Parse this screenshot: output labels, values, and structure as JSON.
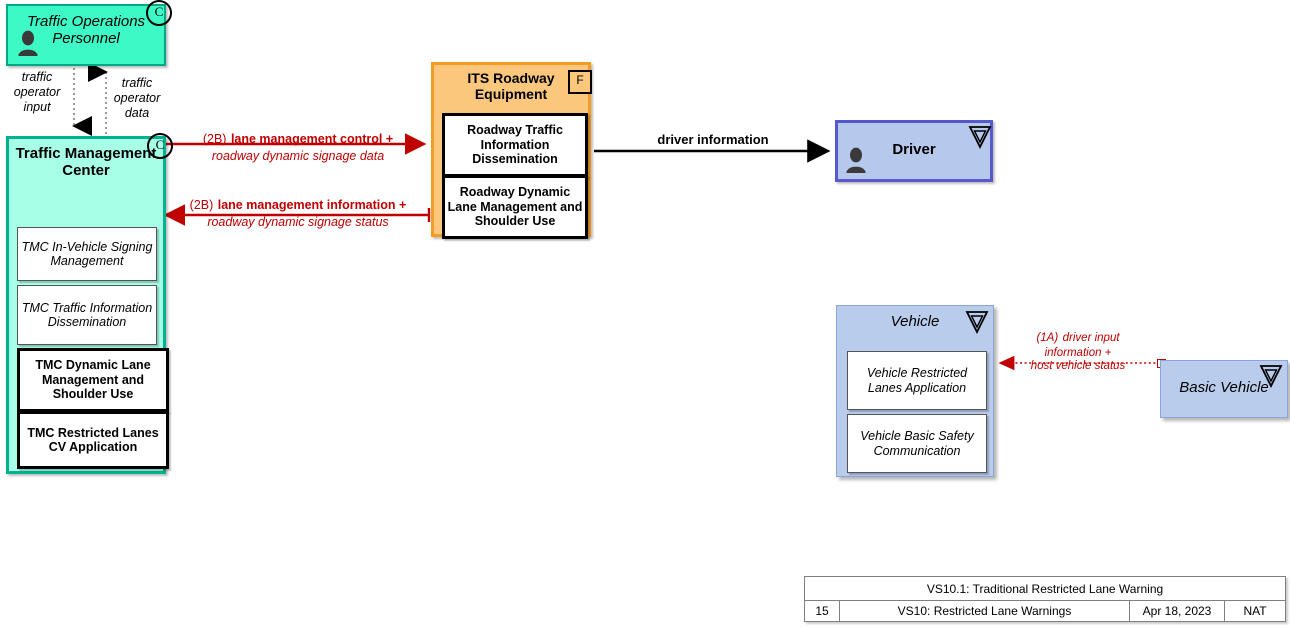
{
  "diagram": {
    "objects": [
      {
        "id": "traffic-operations-personnel",
        "name": "Traffic Operations Personnel",
        "badge": "C",
        "fill": "#3DF9C6",
        "stroke": "#00a884",
        "has_person_icon": true
      },
      {
        "id": "traffic-management-center",
        "name": "Traffic Management Center",
        "badge": "C",
        "fill": "#A8FFE8",
        "stroke": "#00b38f",
        "applications": [
          {
            "label": "TMC In-Vehicle Signing Management",
            "state": "inactive"
          },
          {
            "label": "TMC Traffic Information Dissemination",
            "state": "inactive"
          },
          {
            "label": "TMC Dynamic Lane Management and Shoulder Use",
            "state": "active"
          },
          {
            "label": "TMC Restricted Lanes CV Application",
            "state": "active"
          }
        ]
      },
      {
        "id": "its-roadway-equipment",
        "name": "ITS Roadway Equipment",
        "badge": "F",
        "fill": "#FAC77D",
        "stroke": "#F39B22",
        "applications": [
          {
            "label": "Roadway Traffic Information Dissemination",
            "state": "active"
          },
          {
            "label": "Roadway Dynamic Lane Management and Shoulder Use",
            "state": "active"
          }
        ]
      },
      {
        "id": "driver",
        "name": "Driver",
        "badge": "V",
        "fill": "#B6C9EC",
        "stroke": "#5757CE",
        "has_person_icon": true
      },
      {
        "id": "vehicle",
        "name": "Vehicle",
        "badge": "V",
        "fill": "#BACCEC",
        "stroke": "#8BA6D6",
        "applications": [
          {
            "label": "Vehicle Restricted Lanes Application",
            "state": "inactive"
          },
          {
            "label": "Vehicle Basic Safety Communication",
            "state": "inactive"
          }
        ]
      },
      {
        "id": "basic-vehicle",
        "name": "Basic Vehicle",
        "badge": "V",
        "fill": "#BACCEC",
        "stroke": "#8BA6D6"
      }
    ],
    "flows": [
      {
        "id": "traffic-operator-input",
        "label": "traffic operator input",
        "style": "dotted-gray",
        "color": "#000000"
      },
      {
        "id": "traffic-operator-data",
        "label": "traffic operator data",
        "style": "dotted-gray",
        "color": "#000000"
      },
      {
        "id": "lane-management-control",
        "prefix": "(2B)",
        "name": "lane management control +",
        "detail": "roadway dynamic signage data",
        "color": "#C00000",
        "direction": "tmc-to-itsre"
      },
      {
        "id": "lane-management-information",
        "prefix": "(2B)",
        "name": "lane management information +",
        "detail": "roadway dynamic signage status",
        "color": "#C00000",
        "direction": "itsre-to-tmc"
      },
      {
        "id": "driver-information",
        "name": "driver information",
        "color": "#000000",
        "direction": "itsre-to-driver"
      },
      {
        "id": "driver-input-information",
        "prefix": "(1A)",
        "detail_line1": "driver input",
        "detail_line2": "information +",
        "detail_line3": "host vehicle status",
        "color": "#C00000",
        "style": "dotted",
        "direction": "basic-vehicle-to-vehicle"
      }
    ]
  },
  "title_block": {
    "title": "VS10.1: Traditional Restricted Lane Warning",
    "number": "15",
    "service": "VS10: Restricted Lane Warnings",
    "date": "Apr 18, 2023",
    "scope": "NAT"
  }
}
